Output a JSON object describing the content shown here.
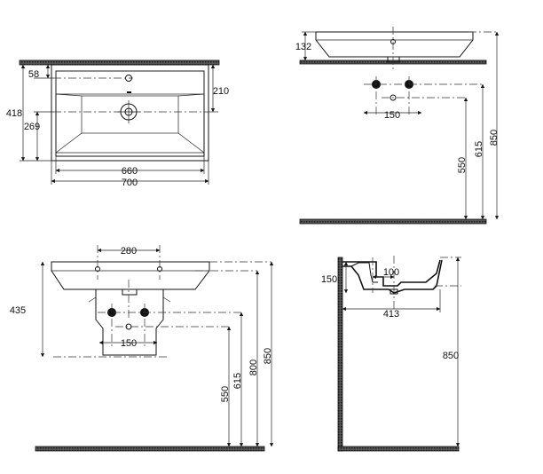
{
  "drawing": {
    "background": "#ffffff",
    "line_color": "#111111"
  },
  "top_view": {
    "dims": {
      "hole_offset": "58",
      "inner_offset": "210",
      "overall_depth": "418",
      "bowl_depth": "269",
      "bowl_width": "660",
      "overall_width": "700"
    }
  },
  "front_view_top": {
    "dims": {
      "basin_height": "132",
      "pipe_spacing": "150",
      "drain_height": "550",
      "pipe_height": "615",
      "total_height": "850"
    }
  },
  "front_view_bottom": {
    "dims": {
      "mount_spacing": "280",
      "bracket_height": "435",
      "pipe_spacing": "150",
      "drain_height": "550",
      "pipe_height": "615",
      "rim_height": "800",
      "total_height": "850"
    }
  },
  "side_view": {
    "dims": {
      "front_height": "150",
      "drain_offset": "100",
      "projection": "413",
      "total_height": "850"
    }
  }
}
